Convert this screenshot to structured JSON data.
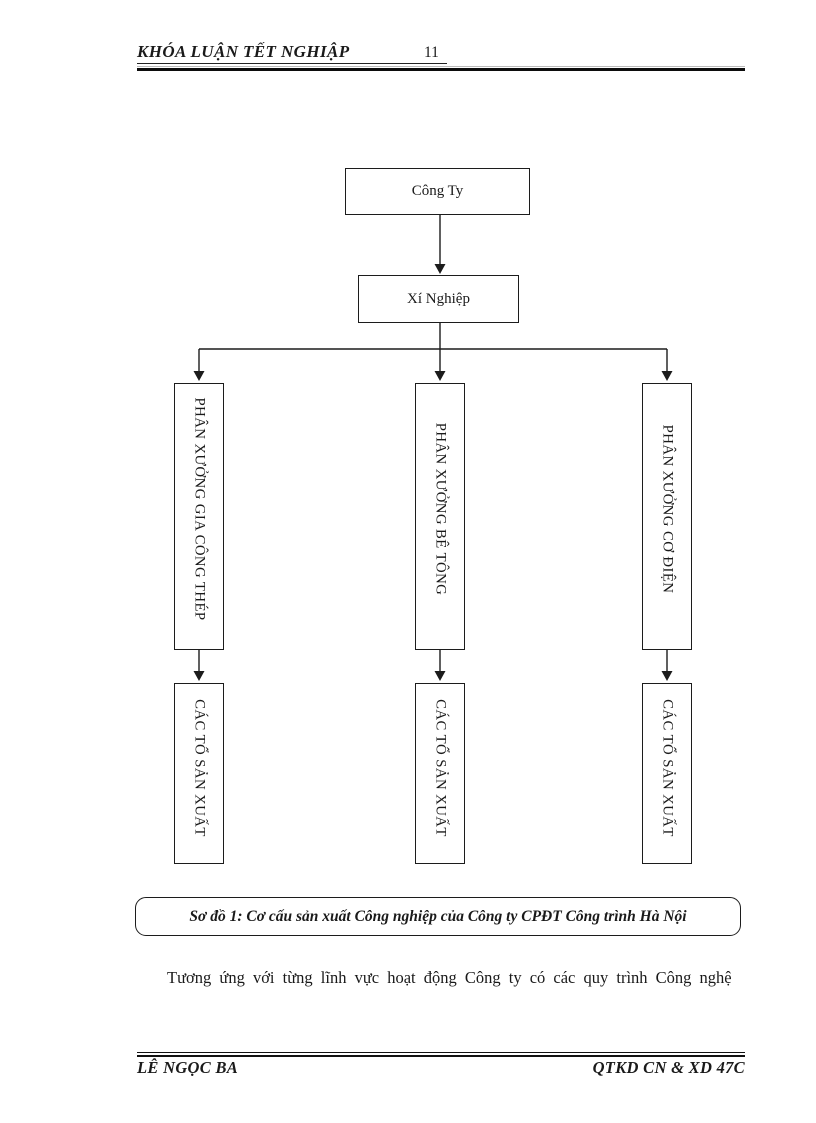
{
  "colors": {
    "ink": "#1a1a1a",
    "paper": "#ffffff"
  },
  "header": {
    "title": "KHÓA LUẬN TẾT NGHIẬP",
    "page_number": "11"
  },
  "diagram": {
    "type": "org-chart",
    "nodes": {
      "company": "Công Ty",
      "enterprise": "Xí Nghiệp"
    },
    "workshops": [
      "PHÂN XƯỞNG GIA CÔNG THÉP",
      "PHÂN XƯỞNG BÊ TÔNG",
      "PHÂN XƯỞNG CƠ ĐIỆN"
    ],
    "teams": [
      "CÁC TỔ SẢN XUẤT",
      "CÁC TỔ SẢN XUẤT",
      "CÁC TỔ SẢN XUẤT"
    ],
    "hierarchy": "Công Ty → Xí Nghiệp → 3 phân xưởng → các tổ sản xuất",
    "caption": "Sơ đồ 1: Cơ cấu sản xuất Công nghiệp của Công ty CPĐT Công trình Hà Nội"
  },
  "body_text": "Tương ứng với từng lĩnh vực hoạt động Công ty có các quy trình Công nghệ",
  "footer": {
    "author": "LÊ NGỌC BA",
    "class_code": "QTKD CN & XD 47C"
  }
}
